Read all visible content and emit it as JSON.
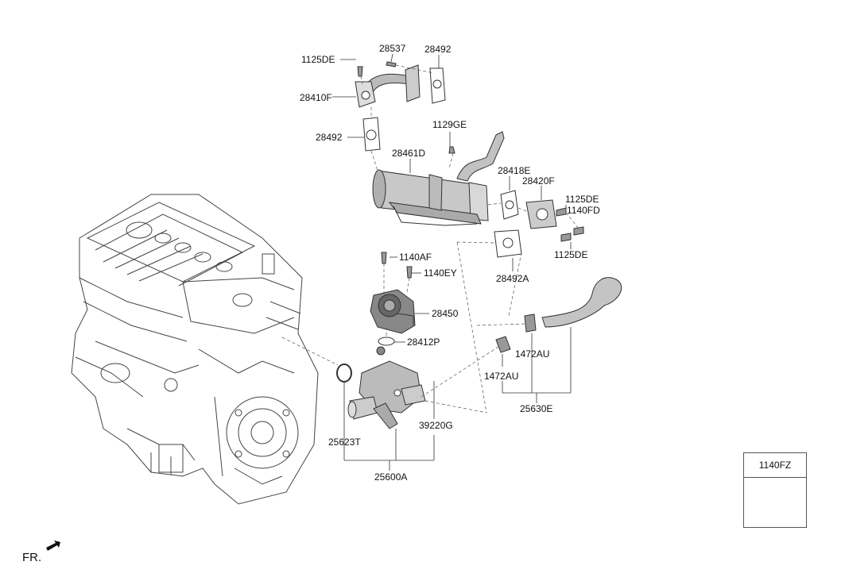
{
  "labels": {
    "l_1125DE_a": "1125DE",
    "l_28537": "28537",
    "l_28492_a": "28492",
    "l_28410F": "28410F",
    "l_28492_b": "28492",
    "l_1129GE": "1129GE",
    "l_28461D": "28461D",
    "l_28418E": "28418E",
    "l_28420F": "28420F",
    "l_1125DE_b": "1125DE",
    "l_1140FD": "1140FD",
    "l_1125DE_c": "1125DE",
    "l_28492A": "28492A",
    "l_1140AF": "1140AF",
    "l_1140EY": "1140EY",
    "l_28450": "28450",
    "l_28412P": "28412P",
    "l_1472AU_a": "1472AU",
    "l_1472AU_b": "1472AU",
    "l_25630E": "25630E",
    "l_25623T": "25623T",
    "l_39220G": "39220G",
    "l_25600A": "25600A"
  },
  "legend": {
    "part": "1140FZ"
  },
  "direction": {
    "label": "FR."
  }
}
